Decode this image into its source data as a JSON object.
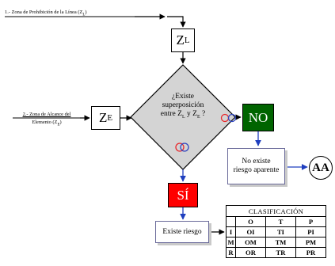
{
  "inputs": {
    "line_zone_label": "1.- Zona de Prohibición de la Línea (Z",
    "line_zone_sub": "L",
    "line_zone_close": ")",
    "element_zone_line1": "2.- Zona de Alcance del",
    "element_zone_line2_a": "Elemento (Z",
    "element_zone_line2_sub": "E",
    "element_zone_line2_close": ")"
  },
  "nodes": {
    "zl_main": "Z",
    "zl_sub": "L",
    "ze_main": "Z",
    "ze_sub": "E",
    "question_line1": "¿Existe",
    "question_line2": "superposición",
    "question_line3_a": "entre Z",
    "question_line3_sub1": "L",
    "question_line3_b": " y Z",
    "question_line3_sub2": "E",
    "question_line3_c": " ?",
    "no_label": "NO",
    "no_risk_line1": "No existe",
    "no_risk_line2": "riesgo aparente",
    "aa_label": "AA",
    "si_label": "SÍ",
    "risk_label": "Existe riesgo"
  },
  "classification": {
    "title": "CLASIFICACIÓN",
    "columns": [
      "",
      "O",
      "T",
      "P"
    ],
    "rows": [
      {
        "head": "I",
        "cells": [
          "OI",
          "TI",
          "PI"
        ]
      },
      {
        "head": "M",
        "cells": [
          "OM",
          "TM",
          "PM"
        ]
      },
      {
        "head": "R",
        "cells": [
          "OR",
          "TR",
          "PR"
        ]
      }
    ]
  },
  "colors": {
    "no_fill": "#006400",
    "si_fill": "#ff0000",
    "diamond_fill": "#d4d4d4",
    "overlap_red": "#e8282c",
    "overlap_blue": "#2f45c0",
    "arrow_blue": "#1f3fbf"
  }
}
